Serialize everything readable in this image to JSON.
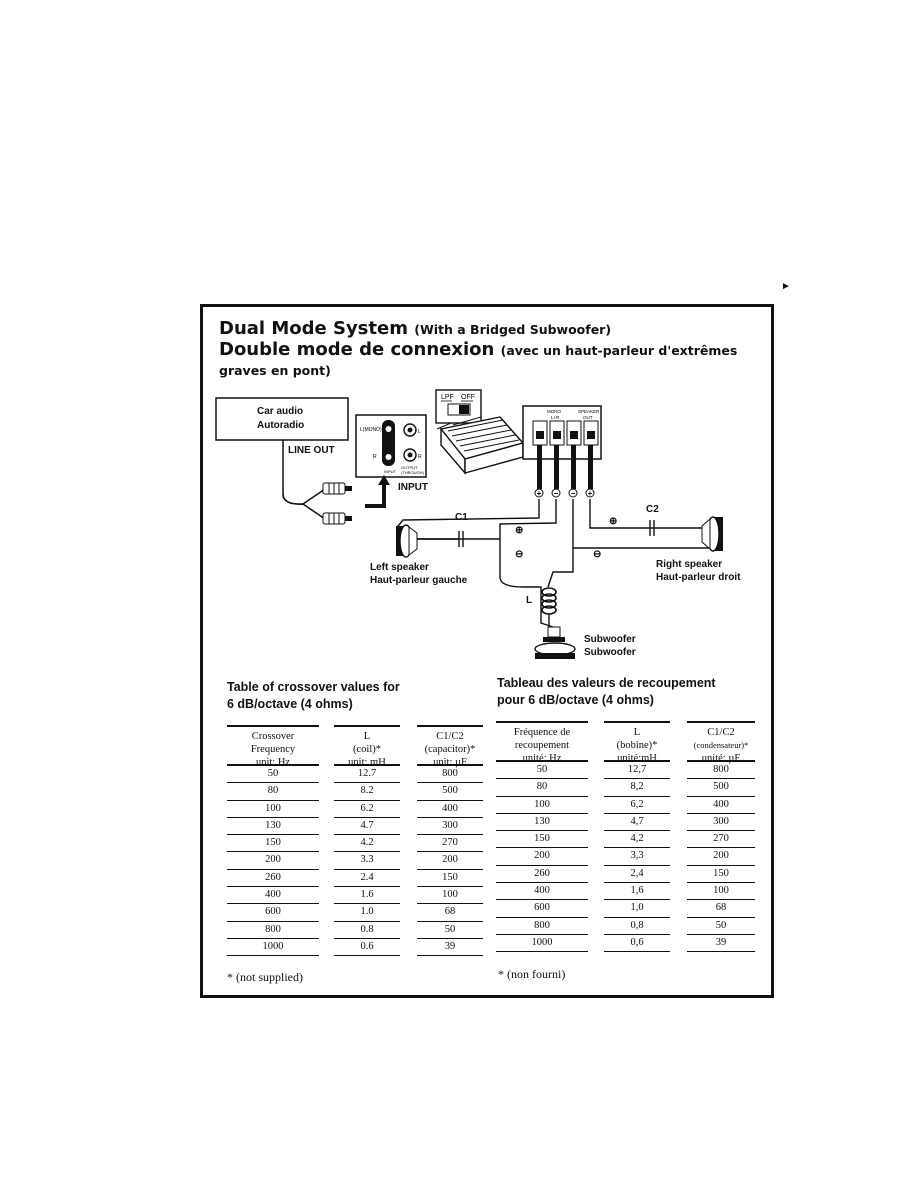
{
  "page_marker": "►",
  "title": {
    "en_main": "Dual Mode System",
    "en_sub": "(With a Bridged Subwoofer)",
    "fr_main": "Double mode de connexion",
    "fr_sub_1": "(avec un haut-parleur d'extrêmes",
    "fr_sub_2": "graves en pont)"
  },
  "diagram": {
    "car_audio": "Car audio",
    "autoradio": "Autoradio",
    "line_out": "LINE OUT",
    "input": "INPUT",
    "lpf": "LPF",
    "off": "OFF",
    "lmono": "L(MONO)",
    "in_l": "L",
    "in_r": "R",
    "out_l": "L",
    "out_r": "R",
    "input_small": "INPUT",
    "output": "OUTPUT",
    "through": "(THROUGH)",
    "mono": "MONO",
    "lr": "L+R",
    "speaker": "SPEAKER",
    "out": "OUT",
    "c1": "C1",
    "c2": "C2",
    "coil": "L",
    "left_speaker_en": "Left speaker",
    "left_speaker_fr": "Haut-parleur gauche",
    "right_speaker_en": "Right speaker",
    "right_speaker_fr": "Haut-parleur droit",
    "subwoofer_en": "Subwoofer",
    "subwoofer_fr": "Subwoofer"
  },
  "table_en": {
    "title_line1": "Table of crossover values for",
    "title_line2": "6 dB/octave (4 ohms)",
    "headers": [
      [
        "Crossover",
        "Frequency",
        "unit: Hz"
      ],
      [
        "L",
        "(coil)*",
        "unit: mH"
      ],
      [
        "C1/C2",
        "(capacitor)*",
        "unit: µF"
      ]
    ],
    "frequency": [
      "50",
      "80",
      "100",
      "130",
      "150",
      "200",
      "260",
      "400",
      "600",
      "800",
      "1000"
    ],
    "coil": [
      "12.7",
      "8.2",
      "6.2",
      "4.7",
      "4.2",
      "3.3",
      "2.4",
      "1.6",
      "1.0",
      "0.8",
      "0.6"
    ],
    "capacitor": [
      "800",
      "500",
      "400",
      "300",
      "270",
      "200",
      "150",
      "100",
      "68",
      "50",
      "39"
    ],
    "note": "* (not supplied)"
  },
  "table_fr": {
    "title_line1": "Tableau des valeurs de recoupement",
    "title_line2": "pour 6 dB/octave (4 ohms)",
    "headers": [
      [
        "Fréquence de",
        "recoupement",
        "unité: Hz"
      ],
      [
        "L",
        "(bobine)*",
        "unité:mH"
      ],
      [
        "C1/C2",
        "(condensateur)*",
        "unité: µF"
      ]
    ],
    "frequency": [
      "50",
      "80",
      "100",
      "130",
      "150",
      "200",
      "260",
      "400",
      "600",
      "800",
      "1000"
    ],
    "coil": [
      "12,7",
      "8,2",
      "6,2",
      "4,7",
      "4,2",
      "3,3",
      "2,4",
      "1,6",
      "1,0",
      "0,8",
      "0,6"
    ],
    "capacitor": [
      "800",
      "500",
      "400",
      "300",
      "270",
      "200",
      "150",
      "100",
      "68",
      "50",
      "39"
    ],
    "note": "* (non fourni)"
  }
}
